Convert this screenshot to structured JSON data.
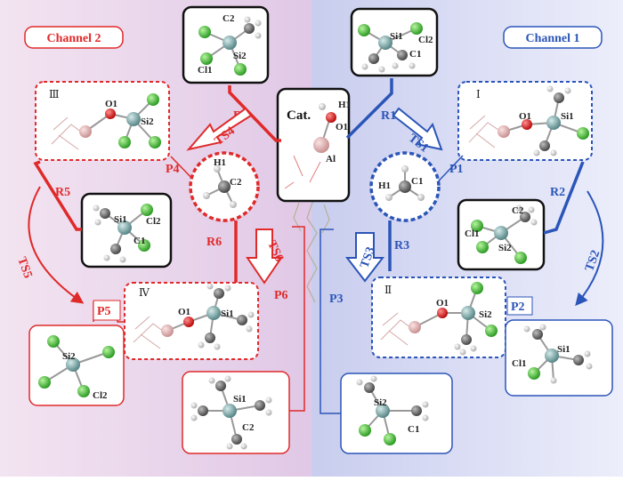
{
  "channels": {
    "left": {
      "label": "Channel 2",
      "color": "#e02a2a"
    },
    "right": {
      "label": "Channel 1",
      "color": "#2b55b8"
    }
  },
  "center": {
    "label": "Cat.",
    "atoms": {
      "h1": "H1",
      "o1": "O1",
      "al": "Al"
    }
  },
  "species": {
    "I": {
      "numeral": "Ⅰ",
      "atoms": {
        "o1": "O1",
        "si1": "Si1"
      }
    },
    "II": {
      "numeral": "Ⅱ",
      "atoms": {
        "o1": "O1",
        "si2": "Si2"
      }
    },
    "III": {
      "numeral": "Ⅲ",
      "atoms": {
        "o1": "O1",
        "si2": "Si2"
      }
    },
    "IV": {
      "numeral": "Ⅳ",
      "atoms": {
        "o1": "O1",
        "si1": "Si1"
      }
    },
    "ch3_right": {
      "atoms": {
        "h1": "H1",
        "c1": "C1"
      }
    },
    "ch3_left": {
      "atoms": {
        "h1": "H1",
        "c2": "C2"
      }
    }
  },
  "reactants": {
    "R1": {
      "si1": "Si1",
      "cl2": "Cl2",
      "c1": "C1"
    },
    "R2": {
      "c2": "C2",
      "cl1": "Cl1",
      "si2": "Si2"
    },
    "R4": {
      "c2": "C2",
      "cl1": "Cl1",
      "si2": "Si2"
    },
    "R5": {
      "si1": "Si1",
      "cl2": "Cl2",
      "c1": "C1"
    }
  },
  "products": {
    "P2": {
      "cl1": "Cl1",
      "si1": "Si1"
    },
    "P3": {
      "si2": "Si2",
      "c1": "C1"
    },
    "P5": {
      "si2": "Si2",
      "cl2": "Cl2"
    },
    "P6": {
      "si1": "Si1",
      "c2": "C2"
    }
  },
  "labels": {
    "R1": "R1",
    "R2": "R2",
    "R3": "R3",
    "R4": "R4",
    "R5": "R5",
    "R6": "R6",
    "TS1": "TS1",
    "TS2": "TS2",
    "TS3": "TS3",
    "TS4": "TS4",
    "TS5": "TS5",
    "TS6": "TS6",
    "P1": "P1",
    "P2": "P2",
    "P3": "P3",
    "P4": "P4",
    "P5": "P5",
    "P6": "P6"
  },
  "colors": {
    "red": "#e02a2a",
    "blue": "#2b55b8",
    "chlorine": "#3fbf2f",
    "silicon": "#7aa6a6",
    "carbon": "#6c6c6c",
    "hydrogen": "#e8e8e8",
    "oxygen": "#e01818",
    "aluminium": "#e8b4b4"
  }
}
